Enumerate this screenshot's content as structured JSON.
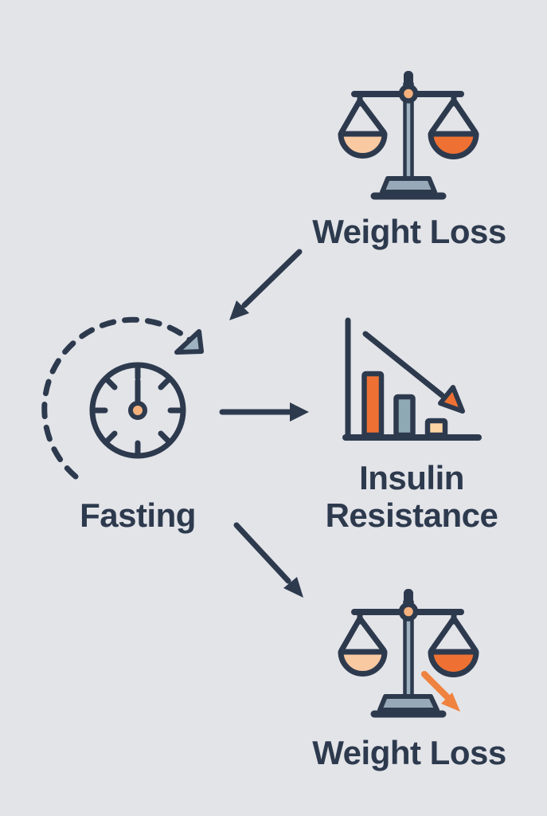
{
  "diagram": {
    "type": "flow-infographic",
    "nodes": [
      {
        "id": "weight-loss-top",
        "label": "Weight Loss",
        "icon": "balance-scale-icon"
      },
      {
        "id": "fasting",
        "label": "Fasting",
        "icon": "stopwatch-icon"
      },
      {
        "id": "insulin-resistance",
        "label": "Insulin Resistance",
        "icon": "declining-bar-chart-icon"
      },
      {
        "id": "weight-loss-bottom",
        "label": "Weight Loss",
        "icon": "balance-scale-down-arrow-icon"
      }
    ],
    "edges": [
      {
        "from": "weight-loss-top",
        "to": "fasting",
        "style": "solid-navy-arrow"
      },
      {
        "from": "fasting",
        "to": "insulin-resistance",
        "style": "solid-navy-arrow"
      },
      {
        "from": "fasting",
        "to": "weight-loss-bottom",
        "style": "solid-navy-arrow"
      },
      {
        "from": "fasting",
        "to": "fasting",
        "style": "dashed-cycle-arc"
      }
    ],
    "icon_details": {
      "stopwatch": {
        "hand_position": "12 o'clock",
        "tick_count": 8
      },
      "bar_chart": {
        "bars": [
          "tall-orange",
          "medium-slate",
          "short-peach"
        ],
        "trend": "declining-arrow"
      },
      "scale_bottom": {
        "overlay": "orange-declining-arrow"
      }
    }
  },
  "colors": {
    "bg": "#e3e4e8",
    "navy": "#2d3a4e",
    "orange": "#ee7133",
    "orange_bright": "#f0823f",
    "peach_light": "#f9c9a2",
    "peach_lighter": "#fcd3a4",
    "peach_mid": "#f5b17c",
    "steel": "#97a9b8",
    "slate": "#8ea9b4",
    "slate_light": "#9fb2c0"
  }
}
